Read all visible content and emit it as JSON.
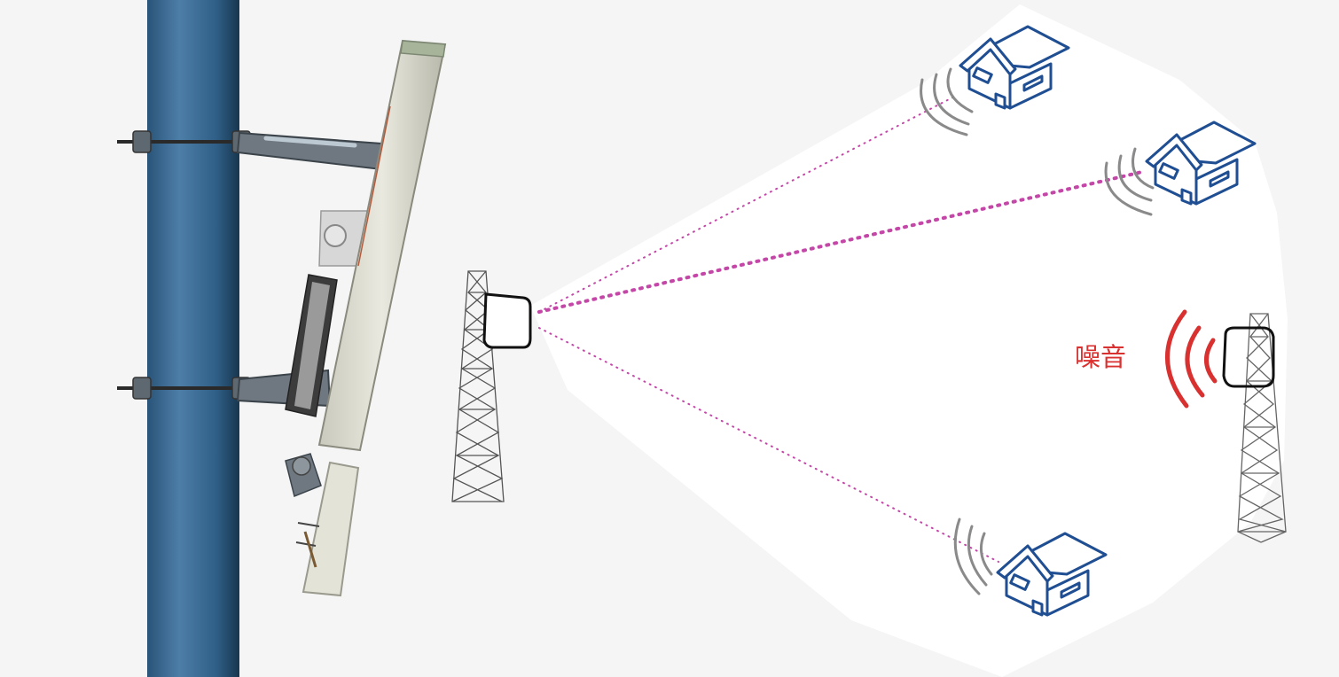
{
  "labels": {
    "noise": "噪音"
  },
  "colors": {
    "background": "#f5f5f5",
    "coverage_area": "#ffffff",
    "pole": "#2f5f86",
    "house": "#1f4e93",
    "link": "#c447a8",
    "noise": "#d93030",
    "signal_wave": "#8a8a8a",
    "tower": "#555555"
  },
  "icons": {
    "pole": "utility-pole",
    "antenna": "panel-antenna-assembly",
    "base_station": "lattice-tower-with-radio",
    "house": "house-icon",
    "interferer": "lattice-tower-with-radio",
    "noise": "signal-waves"
  }
}
